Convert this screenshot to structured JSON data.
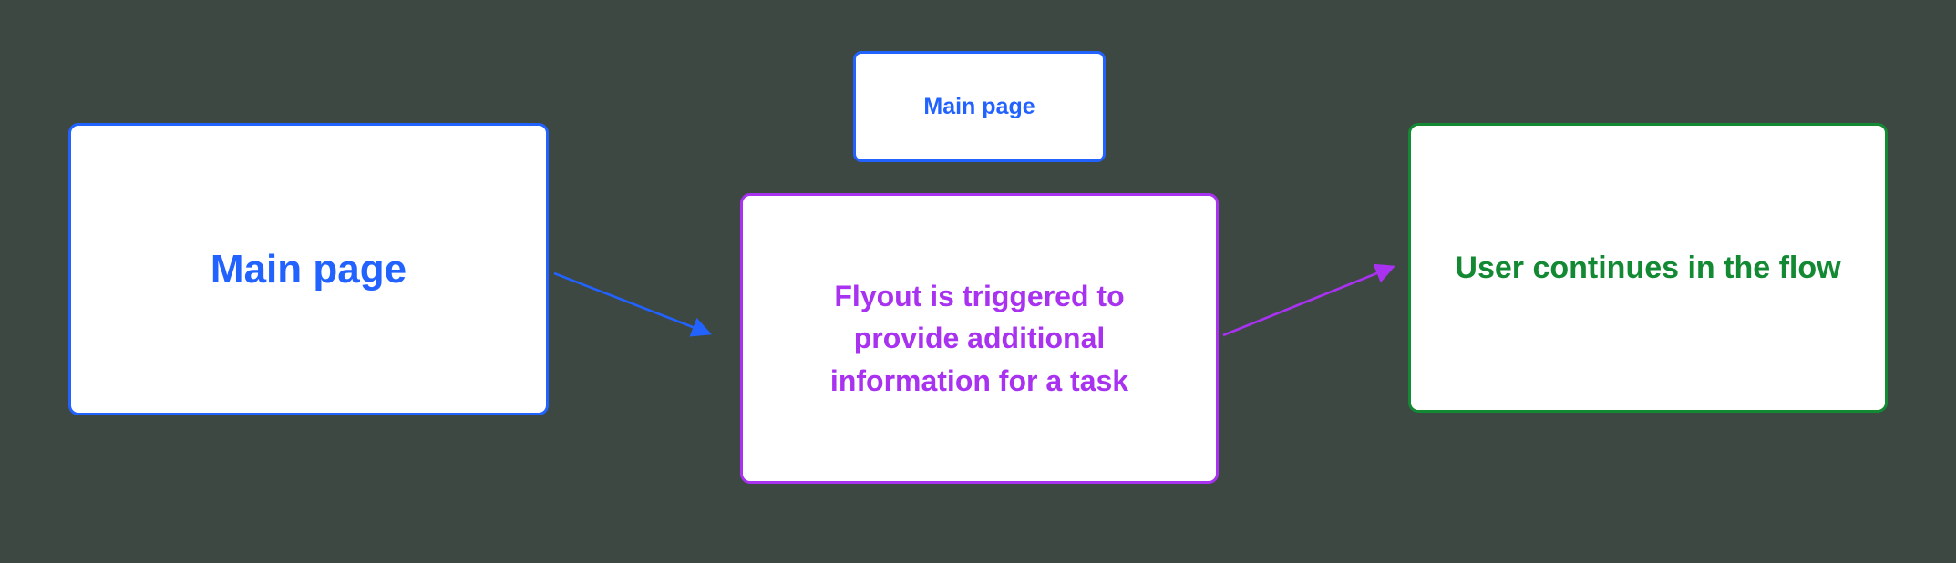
{
  "colors": {
    "bg": "#3d4842",
    "blue": "#2262ff",
    "purple": "#a832f0",
    "green": "#128932",
    "node_bg": "#ffffff"
  },
  "diagram": {
    "type": "flowchart",
    "nodes": {
      "main_page": {
        "label": "Main page",
        "color": "#2262ff"
      },
      "main_page_small": {
        "label": "Main page",
        "color": "#2262ff"
      },
      "flyout": {
        "label": "Flyout is triggered to\nprovide additional\ninformation for a task",
        "color": "#a832f0"
      },
      "continue_flow": {
        "label": "User continues in the flow",
        "color": "#128932"
      }
    },
    "arrows": [
      {
        "name": "main-to-flyout",
        "from": "main_page",
        "to": "flyout",
        "color": "#2262ff"
      },
      {
        "name": "flyout-to-continue",
        "from": "flyout",
        "to": "continue_flow",
        "color": "#a832f0"
      }
    ]
  }
}
